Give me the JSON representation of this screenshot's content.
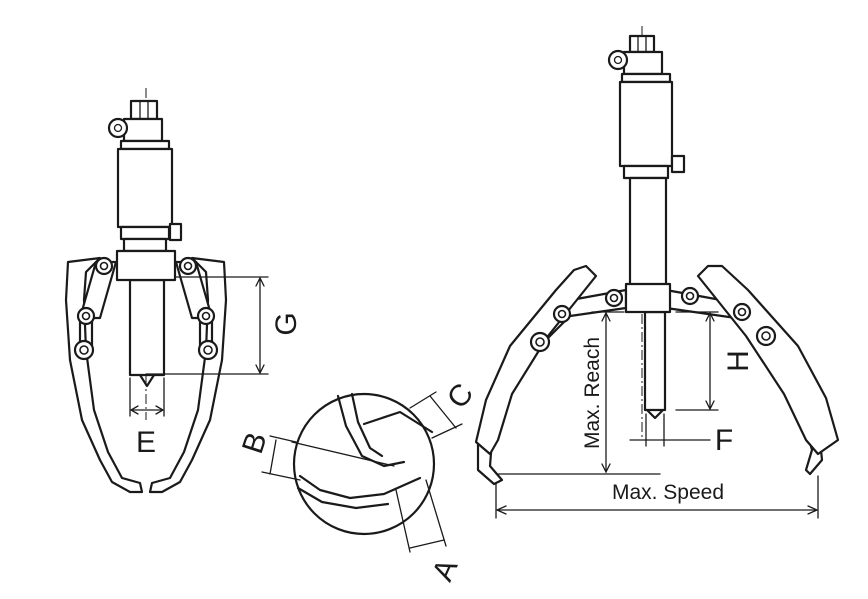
{
  "labels": {
    "e": "E",
    "g": "G",
    "a": "A",
    "b": "B",
    "c": "C",
    "f": "F",
    "h": "H",
    "max_reach": "Max. Reach",
    "max_speed": "Max. Speed"
  },
  "colors": {
    "ink": "#1a1a1a",
    "background": "#ffffff"
  }
}
